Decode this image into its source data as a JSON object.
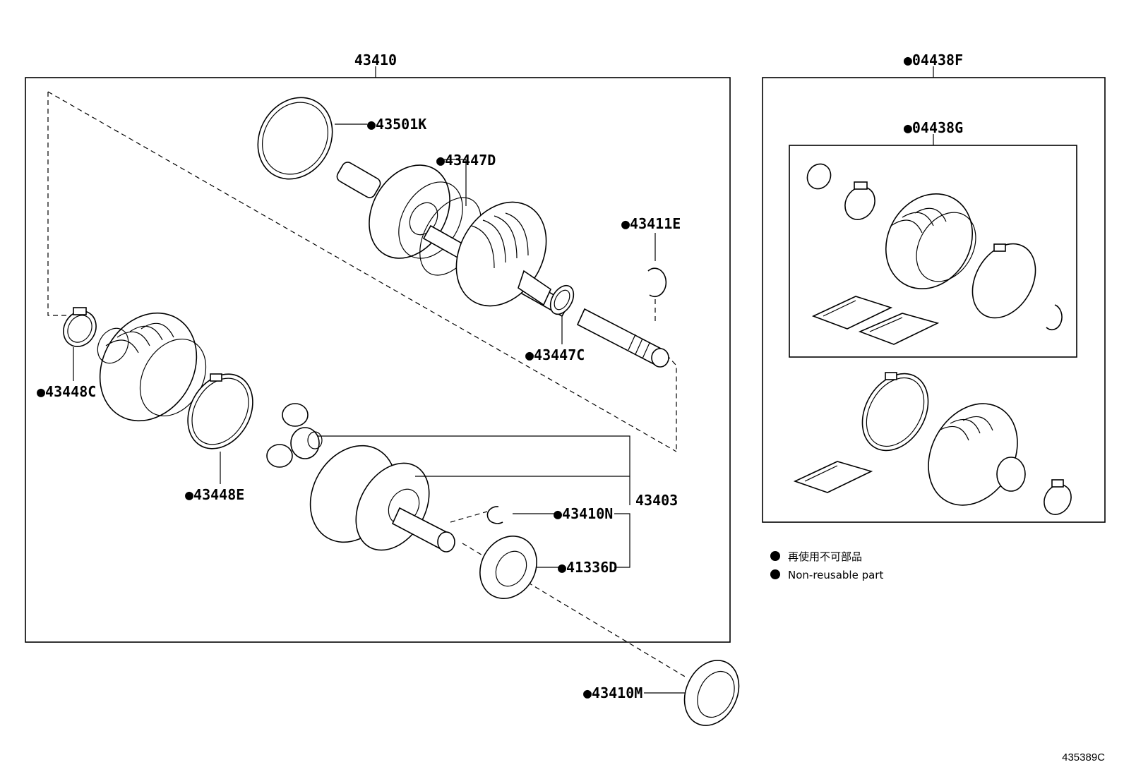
{
  "diagram": {
    "main_assembly": "43410",
    "kit_outer": "●04438F",
    "kit_inner": "●04438G",
    "parts": {
      "p43501K": "●43501K",
      "p43447D": "●43447D",
      "p43411E": "●43411E",
      "p43447C": "●43447C",
      "p43448C": "●43448C",
      "p43448E": "●43448E",
      "p43403": "43403",
      "p43410N": "●43410N",
      "p41336D": "●41336D",
      "p43410M": "●43410M"
    },
    "legend": {
      "line1": "再使用不可部品",
      "line2": "Non-reusable part"
    },
    "ref_code": "435389C"
  }
}
